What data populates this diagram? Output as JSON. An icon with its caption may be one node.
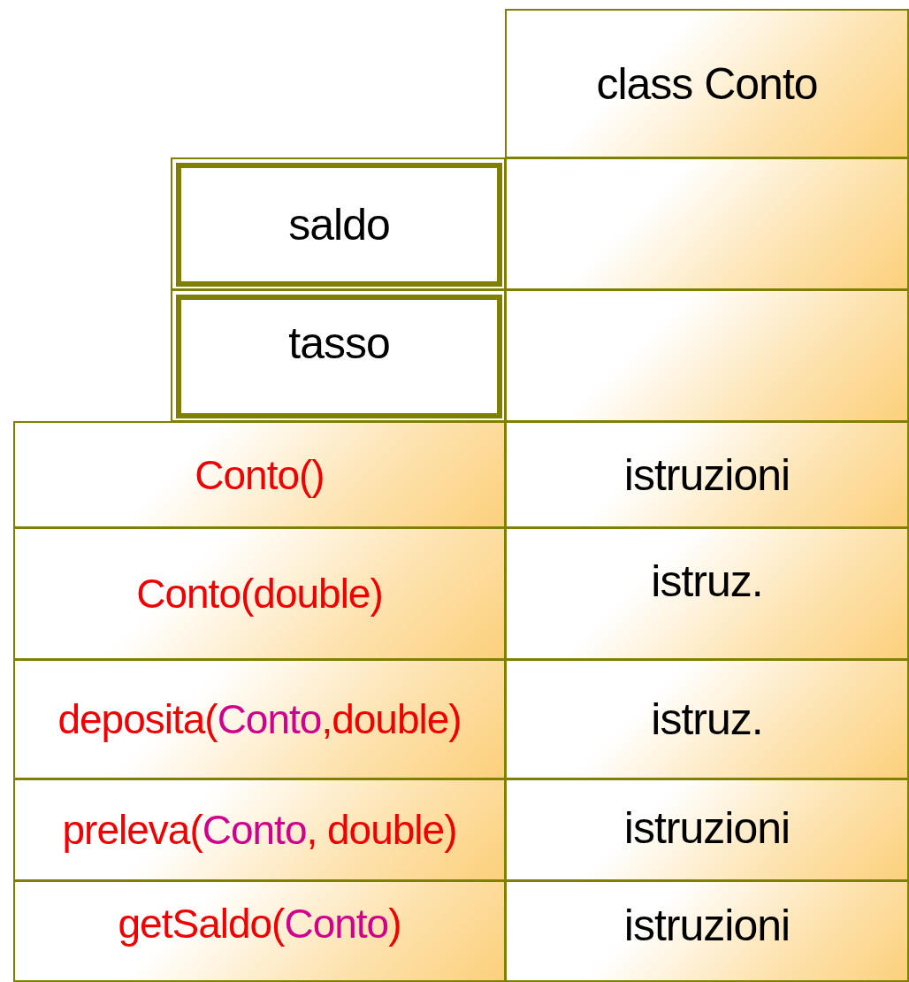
{
  "diagram": {
    "nodes": [
      {
        "text": [
          "class Conto"
        ]
      },
      {
        "text": [
          "saldo"
        ]
      },
      {
        "text": [],
        "shape": "box"
      },
      {
        "text": [
          "tasso"
        ]
      },
      {
        "text": [],
        "shape": "box"
      },
      {
        "text": [
          "Conto()"
        ]
      },
      {
        "text": [
          "istruzioni"
        ]
      },
      {
        "text": [
          "Conto(double)"
        ]
      },
      {
        "text": [
          "istruz."
        ]
      },
      {
        "text": [
          "deposita(Conto,double)"
        ]
      },
      {
        "text": [
          "istruz."
        ]
      },
      {
        "text": [
          "preleva(Conto, double)"
        ]
      },
      {
        "text": [
          "istruzioni"
        ]
      },
      {
        "text": [
          "getSaldo(Conto)"
        ]
      },
      {
        "text": [
          "istruzioni"
        ]
      }
    ]
  }
}
